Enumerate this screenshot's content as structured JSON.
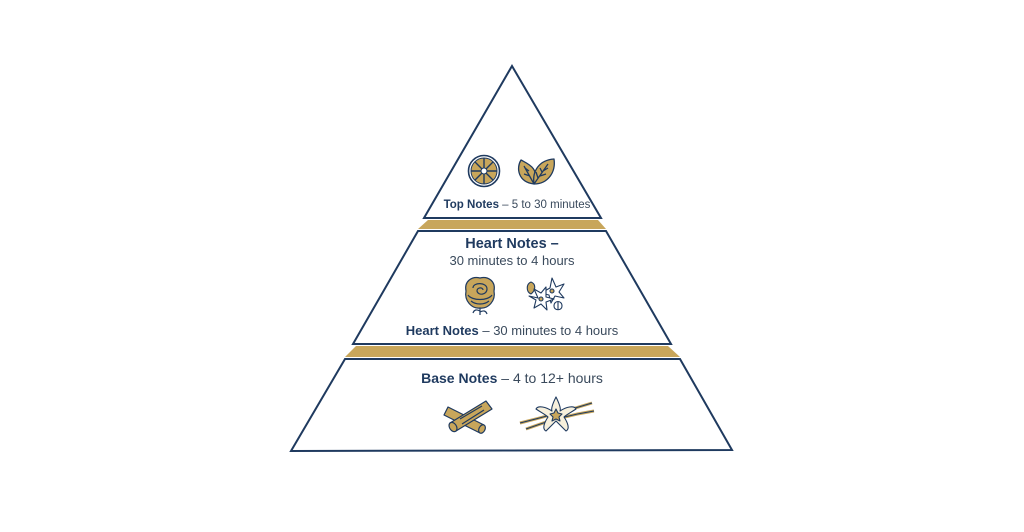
{
  "colors": {
    "navy": "#1F3A5F",
    "gold": "#C8A65B",
    "cream": "#F7F0DC",
    "text_gray": "#3A4A5C",
    "background": "#FFFFFF"
  },
  "pyramid": {
    "top": {
      "title": "Top Notes",
      "separator": " – ",
      "duration": "5 to 30 minutes",
      "icons": [
        "citrus-slice-icon",
        "mint-leaf-icon"
      ]
    },
    "heart": {
      "title_line": "Heart Notes –",
      "subtitle_line": "30 minutes to 4 hours",
      "bottom_title": "Heart Notes",
      "bottom_separator": " – ",
      "bottom_duration": "30 minutes to 4 hours",
      "icons": [
        "rose-icon",
        "jasmine-flower-icon"
      ]
    },
    "base": {
      "title": "Base Notes",
      "separator": " – ",
      "duration": "4 to 12+ hours",
      "icons": [
        "cinnamon-sticks-icon",
        "vanilla-flower-icon"
      ]
    }
  }
}
